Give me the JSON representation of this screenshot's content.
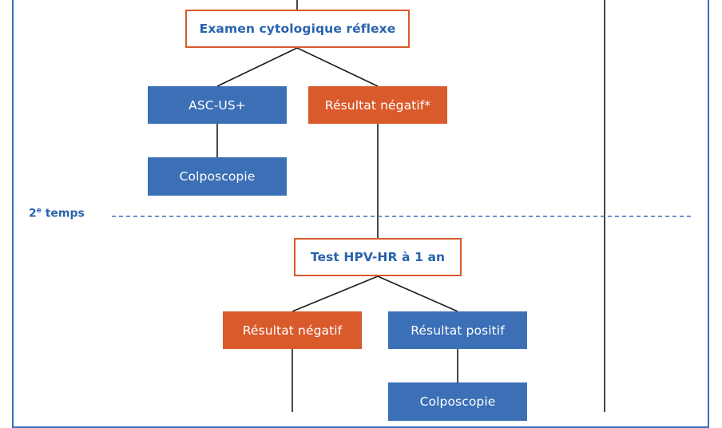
{
  "nodes": {
    "examen": "Examen cytologique réflexe",
    "ascus": "ASC-US+",
    "negatif_star": "Résultat négatif*",
    "colpo1": "Colposcopie",
    "test_hpv": "Test HPV-HR à 1 an",
    "negatif": "Résultat négatif",
    "positif": "Résultat positif",
    "colpo2": "Colposcopie"
  },
  "stage": {
    "number": "2",
    "suffix": "e",
    "word": "temps"
  },
  "colors": {
    "blue": "#3b6fb6",
    "orange": "#d95a2b",
    "text_blue": "#2a63ad"
  }
}
